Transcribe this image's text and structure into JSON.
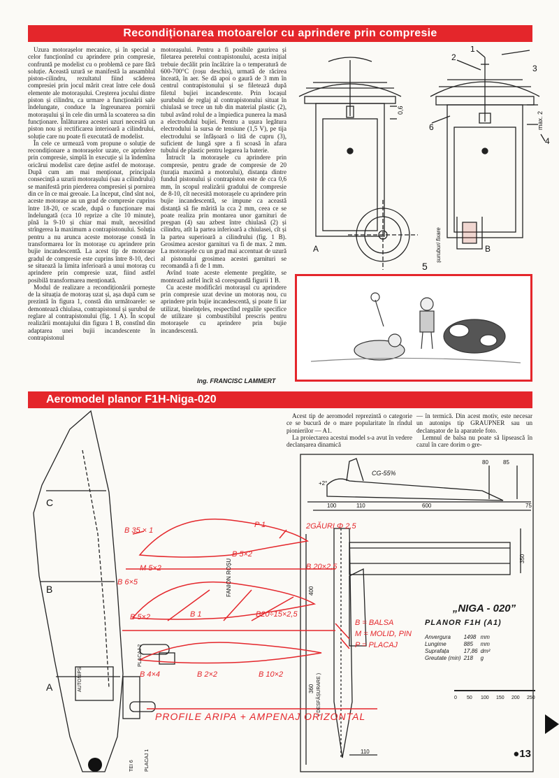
{
  "article1": {
    "title": "Recondiționarea motoarelor cu aprindere prin compresie",
    "col1": [
      "Uzura motorașelor mecanice, și în special a celor funcționînd cu aprindere prin compresie, confruntă pe modelist cu o problemă ce pare fără soluție. Această uzură se manifestă la ansamblul piston-cilindru, rezultatul fiind scăderea compresiei prin jocul mărit creat între cele două elemente ale motorașului. Creșterea jocului dintre piston și cilindru, ca urmare a funcționării sale îndelungate, conduce la îngreunarea pornirii motorașului și în cele din urmă la scoaterea sa din funcționare. Înlăturarea acestei uzuri necesită un piston nou și rectificarea interioară a cilindrului, soluție care nu poate fi executată de modelist.",
      "În cele ce urmează vom propune o soluție de recondiționare a motorașelor uzate, ce aprindere prin compresie, simplă în execuție și la îndemîna oricărui modelist care deține astfel de motorașe. După cum am mai menționat, principala consecință a uzurii motorașului (sau a cilindrului) se manifestă prin pierderea compresiei și pornirea din ce în ce mai greoaie. La început, cînd sînt noi, aceste motorașe au un grad de compresie cuprins între 18-20, ce scade, după o funcționare mai îndelungată (cca 10 reprize a cîte 10 minute), pînă la 9-10 și chiar mai mult, necesitînd strîngerea la maximum a contrapistonului. Soluția pentru a nu arunca aceste motorașe constă în transformarea lor în motorașe cu aprindere prin bujie incandescentă. La acest tip de motorașe gradul de compresie este cuprins între 8-10, deci se situează la limita inferioară a unui motoraș cu aprindere prin compresie uzat, fiind astfel posibilă transformarea menționată.",
      "Modul de realizare a recondiționării pornește de la situația de motoraș uzat și, așa după cum se prezintă în figura 1, constă din următoarele: se demontează chiulasa, contrapistonul și șurubul de reglare al contrapistonului (fig. 1 A). În scopul realizării montajului din figura 1 B, constînd din adaptarea unei bujii incandescente în contrapistonul"
    ],
    "col2": [
      "motorașului. Pentru a fi posibile gaurirea și filetarea peretelui contrapistonului, acesta inițial trebuie decălit prin încălzire la o temperatură de 600-700°C (roșu deschis), urmată de răcirea înceată, în aer. Se dă apoi o gaură de 3 mm în centrul contrapistonului și se filetează după filetul bujiei incandescente. Prin locașul șurubului de reglaj al contrapistonului situat în chiulasă se trece un tub din material plastic (2), tubul având rolul de a împiedica punerea la masă a electrodului bujiei. Pentru a ușura legătura electrodului la sursa de tensiune (1,5 V), pe tija electrodului se înfășoară o lită de cupru (3), suficient de lungă spre a fi scoasă în afara tubului de plastic pentru legarea la baterie.",
      "Întrucît la motorașele cu aprindere prin compresie, pentru grade de compresie de 20 (turația maximă a motorului), distanța dintre fundul pistonului și contrapiston este de cca 0,6 mm, în scopul realizării gradului de compresie de 8-10, cît necesită motorașele cu aprindere prin bujie incandescentă, se impune ca această distanță să fie mărită la cca 2 mm, ceea ce se poate realiza prin montarea unor garnituri de preșpan (4) sau azbest între chiulasă (2) și cilindru, atît la partea inferioară a chiulasei, cît și la partea superioară a cilindrului (fig. 1 B). Grosimea acestor garnituri va fi de max. 2 mm. La motorașele cu un grad mai accentuat de uzură al pistonului grosimea acestei garnituri se recomandă a fi de 1 mm.",
      "Avînd toate aceste elemente pregătite, se montează astfel încît să corespundă figurii 1 B.",
      "Cu aceste modificări motorașul cu aprindere prin compresie uzat devine un motoraș nou, cu aprindere prin bujie incandescentă, și poate fi iar utilizat, bineînțeles, respectînd regulile specifice de utilizare și combustibilul prescris pentru motorașele cu aprindere prin bujie incandescentă."
    ],
    "author": "Ing. FRANCISC LAMMERT",
    "fig_labels": {
      "a": "A",
      "b": "B",
      "n1": "1",
      "n2": "2",
      "n3": "3",
      "n4": "4",
      "n5": "5",
      "n6": "6",
      "d06": "0,6",
      "max2": "max. 2",
      "side_label": "șuruburi fixare"
    }
  },
  "article2": {
    "title": "Aeromodel planor F1H-Niga-020",
    "col3": [
      "Acest tip de aeromodel reprezintă o categorie ce se bucură de o mare popularitate în rîndul pionierilor — A1.",
      "La proiectarea acestui model s-a avut în vedere declanșarea dinamică"
    ],
    "col4": [
      "— în termică. Din acest motiv, este necesar un autonips tip GRAUPNER sau un declanșator de la aparatele foto.",
      "Lemnul de balsa nu poate să lipsească în cazul în care dorim o gre-"
    ],
    "plan_labels": {
      "b35x1": "B 35 × 1",
      "p1": "P 1",
      "gauri": "2GĂURI Φ 2,5",
      "m5x2": "M 5×2",
      "b5x2a": "B 5×2",
      "b20x2_5": "B 20×2,5",
      "b6x5": "B 6×5",
      "b5x2b": "B 5×2",
      "b1": "B 1",
      "b20_15": "B20÷15×2,5",
      "legend_b": "B = BALSA",
      "legend_m": "M = MOLID, PIN",
      "legend_p": "P = PLACAJ",
      "b2x2": "B 2×2",
      "b10x2": "B 10×2",
      "b4x4": "B 4×4",
      "autonips": "AUTONIPS",
      "profile": "PROFILE ARIPA + AMPENAJ ORIZONTAL",
      "fanion": "FANION ROȘU",
      "cg": "CG-55%",
      "deg": "+2°",
      "d100": "100",
      "d110": "110",
      "d600": "600",
      "d75": "75",
      "d80": "80",
      "d85": "85",
      "d350": "350",
      "d400": "400",
      "d360": "360",
      "d110b": "110",
      "desfasurare": "( DESFĂȘURARE )",
      "sec_c": "C",
      "sec_b": "B",
      "sec_a": "A",
      "placaj2": "PLACAJ 2",
      "placaj1": "PLACAJ 1",
      "tei": "TEI 6",
      "scale": [
        "0",
        "50",
        "100",
        "150",
        "200",
        "250"
      ]
    },
    "specs": {
      "name": "„NIGA - 020”",
      "class": "PLANOR   F1H   (A1)",
      "rows": [
        {
          "label": "Anvergura",
          "value": "1498",
          "unit": "mm"
        },
        {
          "label": "Lungime",
          "value": "885",
          "unit": "mm"
        },
        {
          "label": "Suprafața",
          "value": "17,86",
          "unit": "dm²"
        },
        {
          "label": "Greutate  (min)",
          "value": "218",
          "unit": "g"
        }
      ]
    }
  },
  "page_number": "13"
}
